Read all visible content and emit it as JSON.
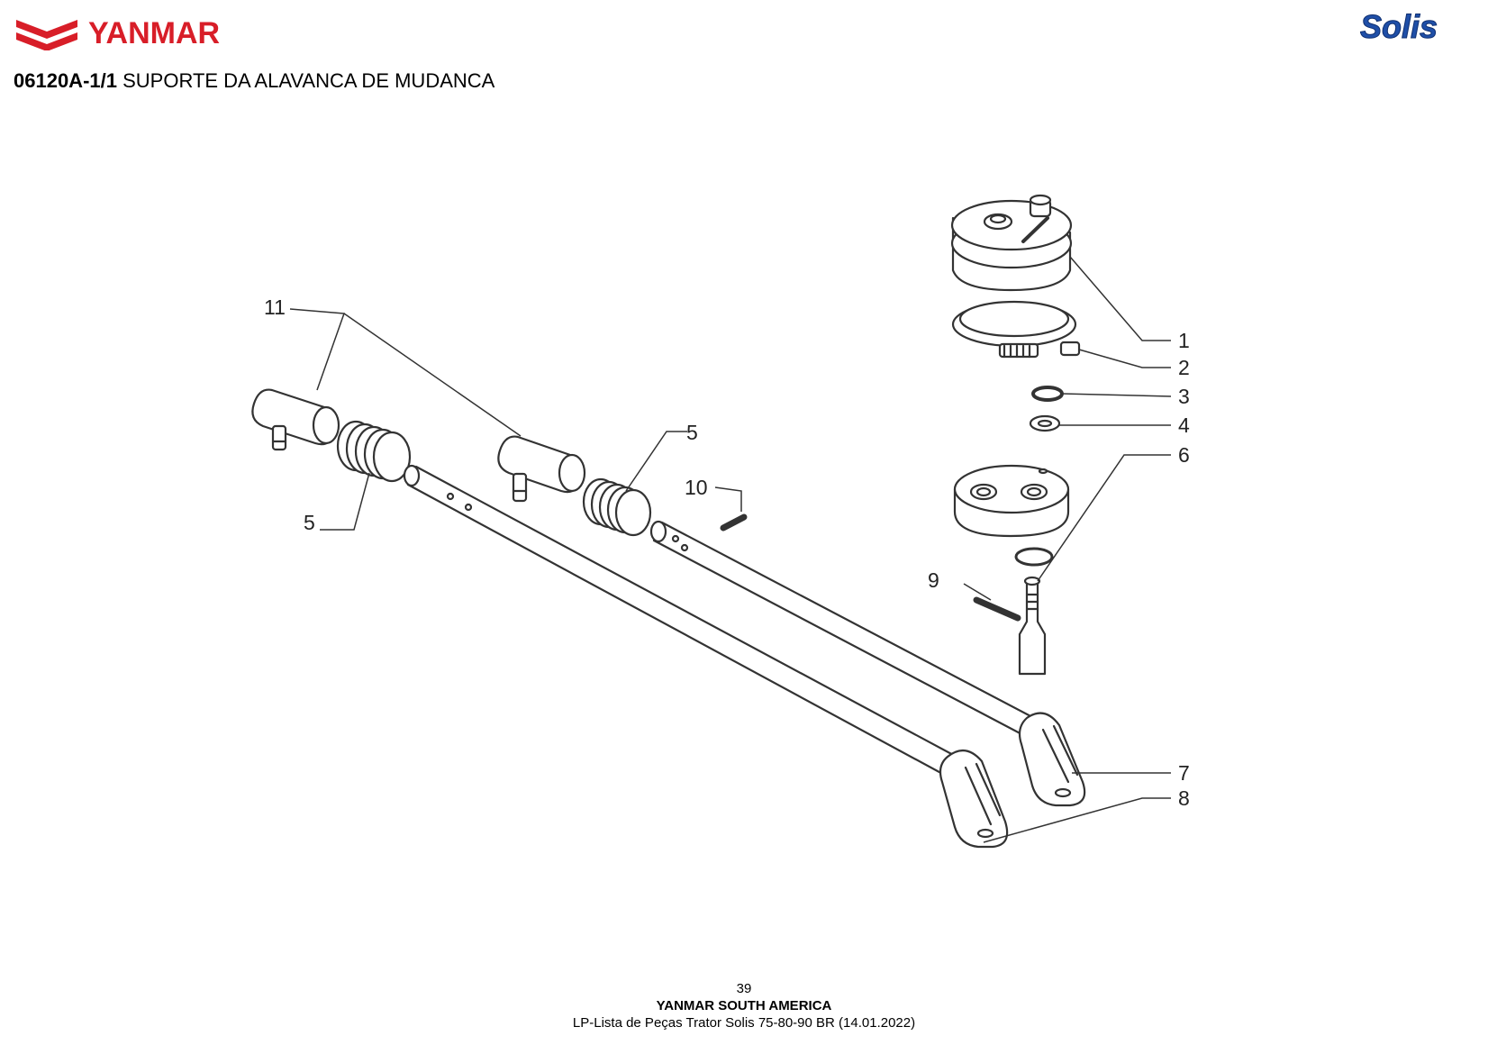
{
  "header": {
    "brand_left": "YANMAR",
    "brand_right": "Solis",
    "brand_left_color": "#d81e28",
    "brand_right_color": "#1f4fa8"
  },
  "title": {
    "code": "06120A-1/1",
    "description": "SUPORTE DA ALAVANCA DE MUDANCA"
  },
  "diagram": {
    "callouts": [
      "1",
      "2",
      "3",
      "4",
      "5",
      "5",
      "6",
      "7",
      "8",
      "9",
      "10",
      "11"
    ]
  },
  "footer": {
    "page_number": "39",
    "company": "YANMAR SOUTH AMERICA",
    "document": "LP-Lista de Peças Trator Solis 75-80-90 BR (14.01.2022)"
  }
}
